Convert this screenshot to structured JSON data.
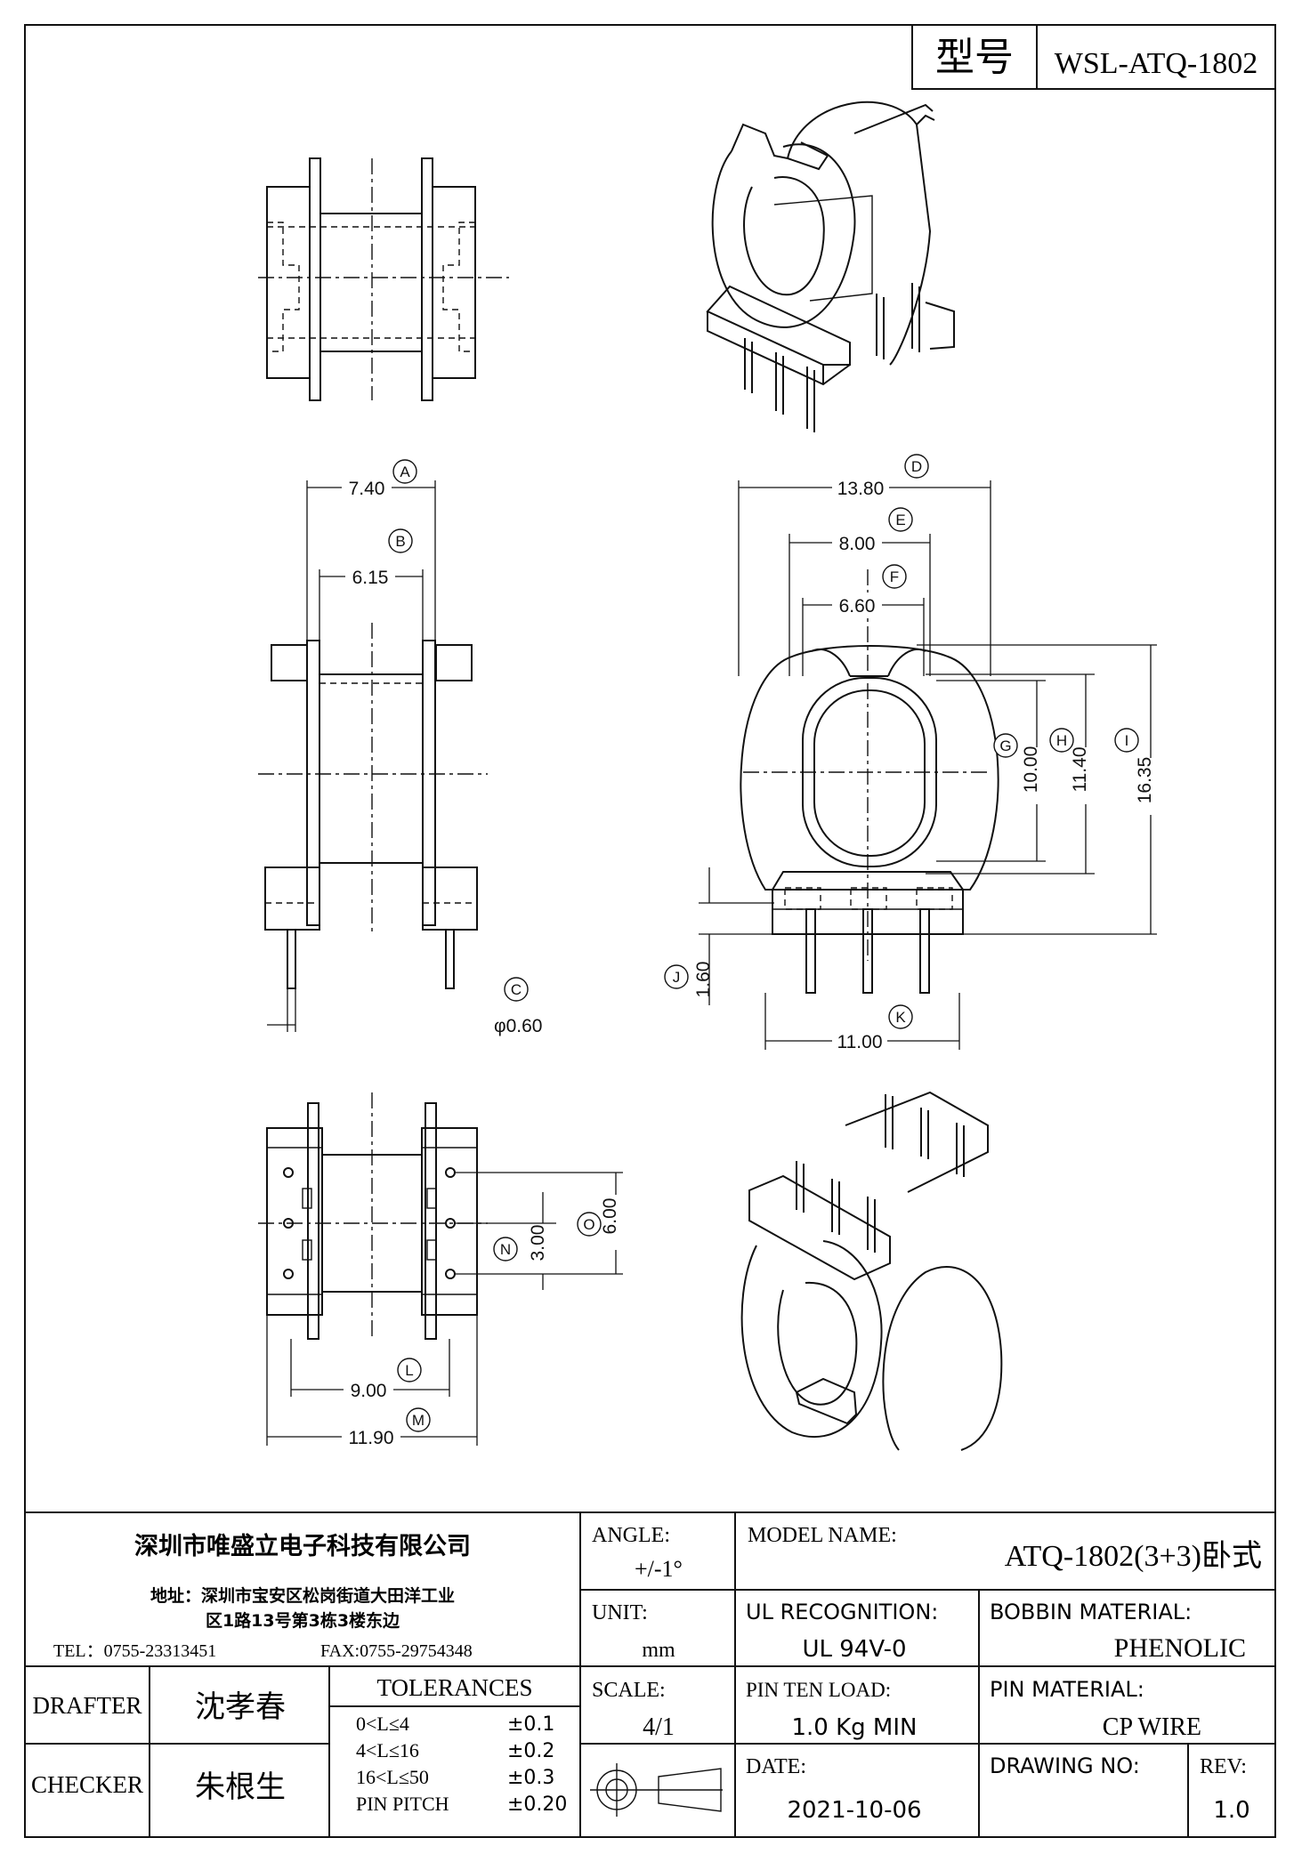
{
  "model_box": {
    "label": "型号",
    "value": "WSL-ATQ-1802"
  },
  "dimensions": {
    "A": "7.40",
    "B": "6.15",
    "C": "φ0.60",
    "D": "13.80",
    "E": "8.00",
    "F": "6.60",
    "G": "10.00",
    "H": "11.40",
    "I": "16.35",
    "J": "1.60",
    "K": "11.00",
    "N": "3.00",
    "O": "6.00",
    "L": "9.00",
    "M": "11.90"
  },
  "bubbles": [
    "A",
    "B",
    "C",
    "D",
    "E",
    "F",
    "G",
    "H",
    "I",
    "J",
    "K",
    "L",
    "M",
    "N",
    "O"
  ],
  "title_block": {
    "company": "深圳市唯盛立电子科技有限公司",
    "address_line1": "地址：深圳市宝安区松岗街道大田洋工业",
    "address_line2": "区1路13号第3栋3楼东边",
    "tel": "TEL：0755-23313451",
    "fax": "FAX:0755-29754348",
    "angle_label": "ANGLE:",
    "angle_value": "+/-1°",
    "model_name_label": "MODEL NAME:",
    "model_name_value": "ATQ-1802(3+3)卧式",
    "unit_label": "UNIT:",
    "unit_value": "mm",
    "ul_label": "UL RECOGNITION:",
    "ul_value": "UL 94V-0",
    "bobbin_label": "BOBBIN MATERIAL:",
    "bobbin_value": "PHENOLIC",
    "drafter_label": "DRAFTER",
    "drafter_value": "沈孝春",
    "checker_label": "CHECKER",
    "checker_value": "朱根生",
    "tolerances_label": "TOLERANCES",
    "tolerances": [
      {
        "range": "0<L≤4",
        "value": "±0.1"
      },
      {
        "range": "4<L≤16",
        "value": "±0.2"
      },
      {
        "range": "16<L≤50",
        "value": "±0.3"
      },
      {
        "range": "PIN PITCH",
        "value": "±0.20"
      }
    ],
    "scale_label": "SCALE:",
    "scale_value": "4/1",
    "pin_ten_label": "PIN TEN LOAD:",
    "pin_ten_value": "1.0 Kg MIN",
    "pin_mat_label": "PIN MATERIAL:",
    "pin_mat_value": "CP WIRE",
    "date_label": "DATE:",
    "date_value": "2021-10-06",
    "drawing_no_label": "DRAWING NO:",
    "drawing_no_value": "",
    "rev_label": "REV:",
    "rev_value": "1.0"
  }
}
